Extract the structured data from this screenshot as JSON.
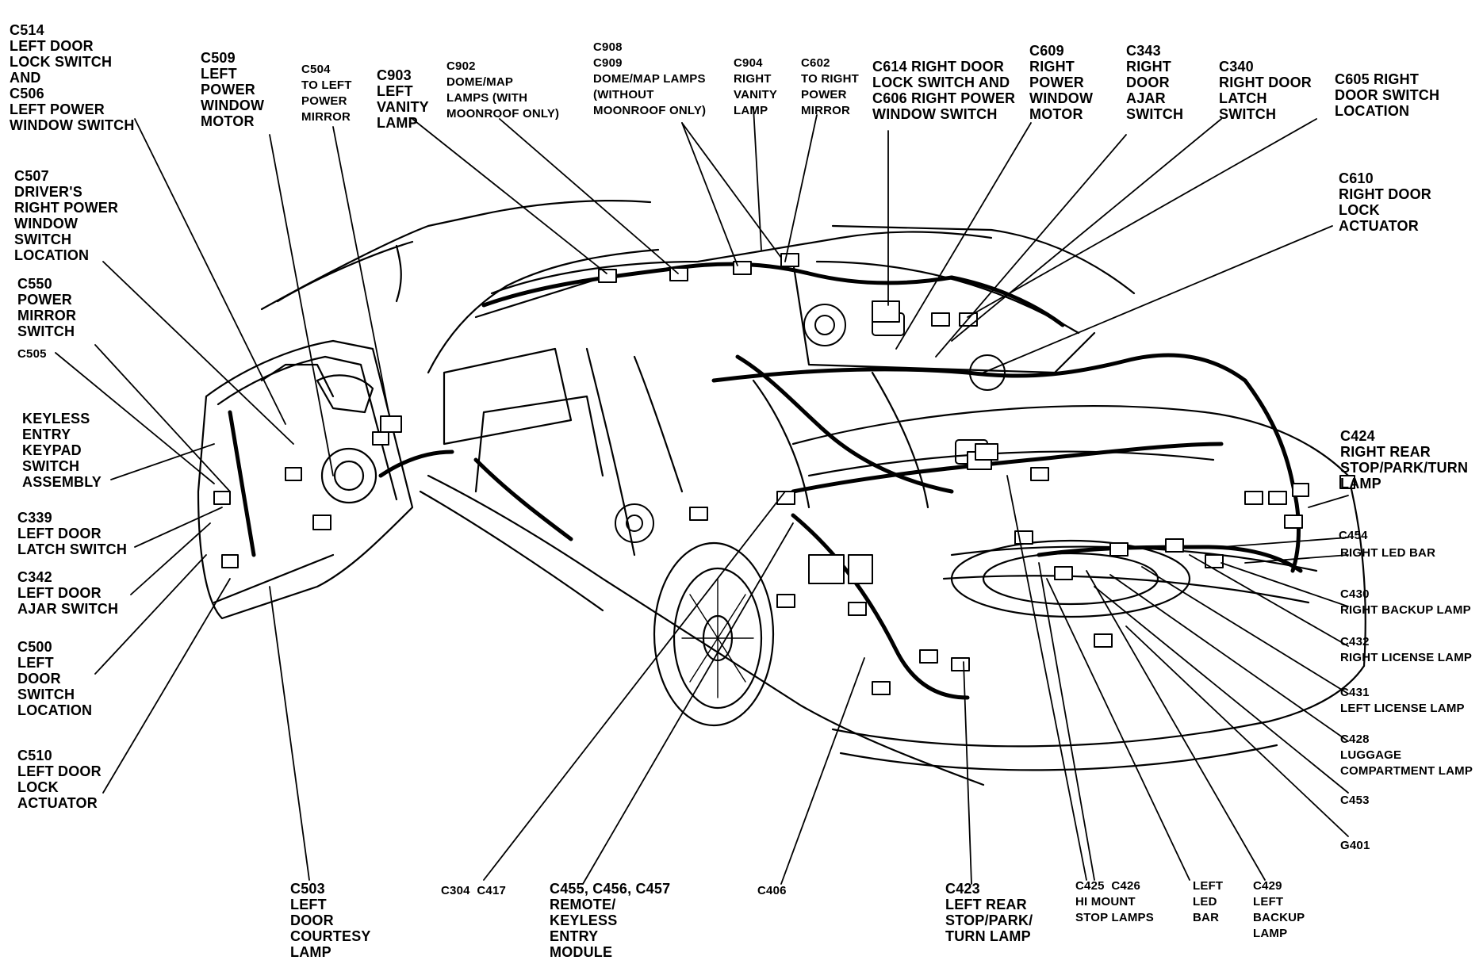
{
  "colors": {
    "ink": "#000000",
    "paper": "#ffffff"
  },
  "labels": {
    "c514": "C514\nLEFT DOOR\nLOCK SWITCH\nAND\nC506\nLEFT POWER\nWINDOW SWITCH",
    "c509": "C509\nLEFT\nPOWER\nWINDOW\nMOTOR",
    "c504": "C504\nTO LEFT\nPOWER\nMIRROR",
    "c903": "C903\nLEFT\nVANITY\nLAMP",
    "c902": "C902\nDOME/MAP\nLAMPS (WITH\nMOONROOF ONLY)",
    "c908": "C908\nC909\nDOME/MAP LAMPS\n(WITHOUT\nMOONROOF ONLY)",
    "c904": "C904\nRIGHT\nVANITY\nLAMP",
    "c602": "C602\nTO RIGHT\nPOWER\nMIRROR",
    "c614": "C614 RIGHT DOOR\nLOCK SWITCH AND\nC606 RIGHT POWER\nWINDOW SWITCH",
    "c609": "C609\nRIGHT\nPOWER\nWINDOW\nMOTOR",
    "c343": "C343\nRIGHT\nDOOR\nAJAR\nSWITCH",
    "c340": "C340\nRIGHT DOOR\nLATCH\nSWITCH",
    "c605": "C605 RIGHT\nDOOR SWITCH\nLOCATION",
    "c610": "C610\nRIGHT DOOR\nLOCK\nACTUATOR",
    "c507": "C507\nDRIVER'S\nRIGHT POWER\nWINDOW\nSWITCH\nLOCATION",
    "c550": "C550\nPOWER\nMIRROR\nSWITCH",
    "c505": "C505",
    "keyless": "KEYLESS\nENTRY\nKEYPAD\nSWITCH\nASSEMBLY",
    "c339": "C339\nLEFT DOOR\nLATCH SWITCH",
    "c342": "C342\nLEFT DOOR\nAJAR SWITCH",
    "c500": "C500\nLEFT\nDOOR\nSWITCH\nLOCATION",
    "c510": "C510\nLEFT DOOR\nLOCK\nACTUATOR",
    "c424": "C424\nRIGHT REAR\nSTOP/PARK/TURN\nLAMP",
    "c454": "C454",
    "right_led_bar": "RIGHT LED BAR",
    "c430": "C430\nRIGHT BACKUP LAMP",
    "c432": "C432\nRIGHT LICENSE LAMP",
    "c431": "C431\nLEFT LICENSE LAMP",
    "c428": "C428\nLUGGAGE\nCOMPARTMENT LAMP",
    "c453": "C453",
    "g401": "G401",
    "c503": "C503\nLEFT\nDOOR\nCOURTESY\nLAMP",
    "c304": "C304  C417",
    "c455": "C455, C456, C457\nREMOTE/\nKEYLESS\nENTRY\nMODULE",
    "c406": "C406",
    "c423": "C423\nLEFT REAR\nSTOP/PARK/\nTURN LAMP",
    "c425": "C425  C426\nHI MOUNT\nSTOP LAMPS",
    "left_led_bar": "LEFT\nLED\nBAR",
    "c429": "C429\nLEFT\nBACKUP\nLAMP"
  }
}
